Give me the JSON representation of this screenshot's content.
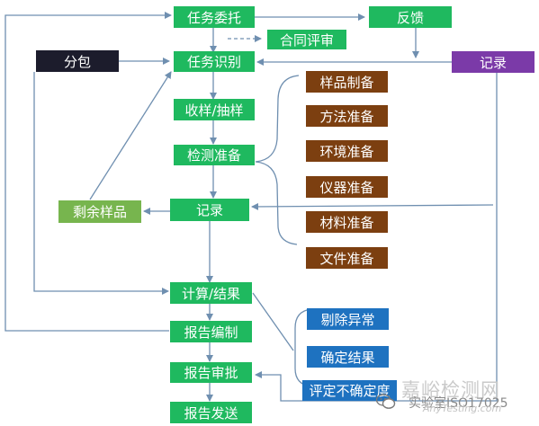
{
  "nodes": {
    "task_commission": "任务委托",
    "feedback": "反馈",
    "contract_review": "合同评审",
    "subcontract": "分包",
    "task_identify": "任务识别",
    "record_purple": "记录",
    "sample_receive": "收样/抽样",
    "test_prepare": "检测准备",
    "record_main": "记录",
    "remaining_samples": "剩余样品",
    "calc_result": "计算/结果",
    "report_edit": "报告编制",
    "report_review": "报告审批",
    "report_send": "报告发送"
  },
  "preparations": [
    "样品制备",
    "方法准备",
    "环境准备",
    "仪器准备",
    "材料准备",
    "文件准备"
  ],
  "result_steps": [
    "剔除异常",
    "确定结果",
    "评定不确定度"
  ],
  "watermark": {
    "cn": "嘉峪检测网",
    "sub": "实验室ISO17025",
    "en": "AnyTesting.com",
    "icon": "wechat-icon"
  },
  "colors": {
    "process": "#1fb95f",
    "preparation": "#7c3f10",
    "result": "#1e72c0",
    "remaining": "#77b54e",
    "subcontract": "#1c1c2c",
    "record": "#7b3aa8",
    "arrow": "#6f8fb0"
  }
}
